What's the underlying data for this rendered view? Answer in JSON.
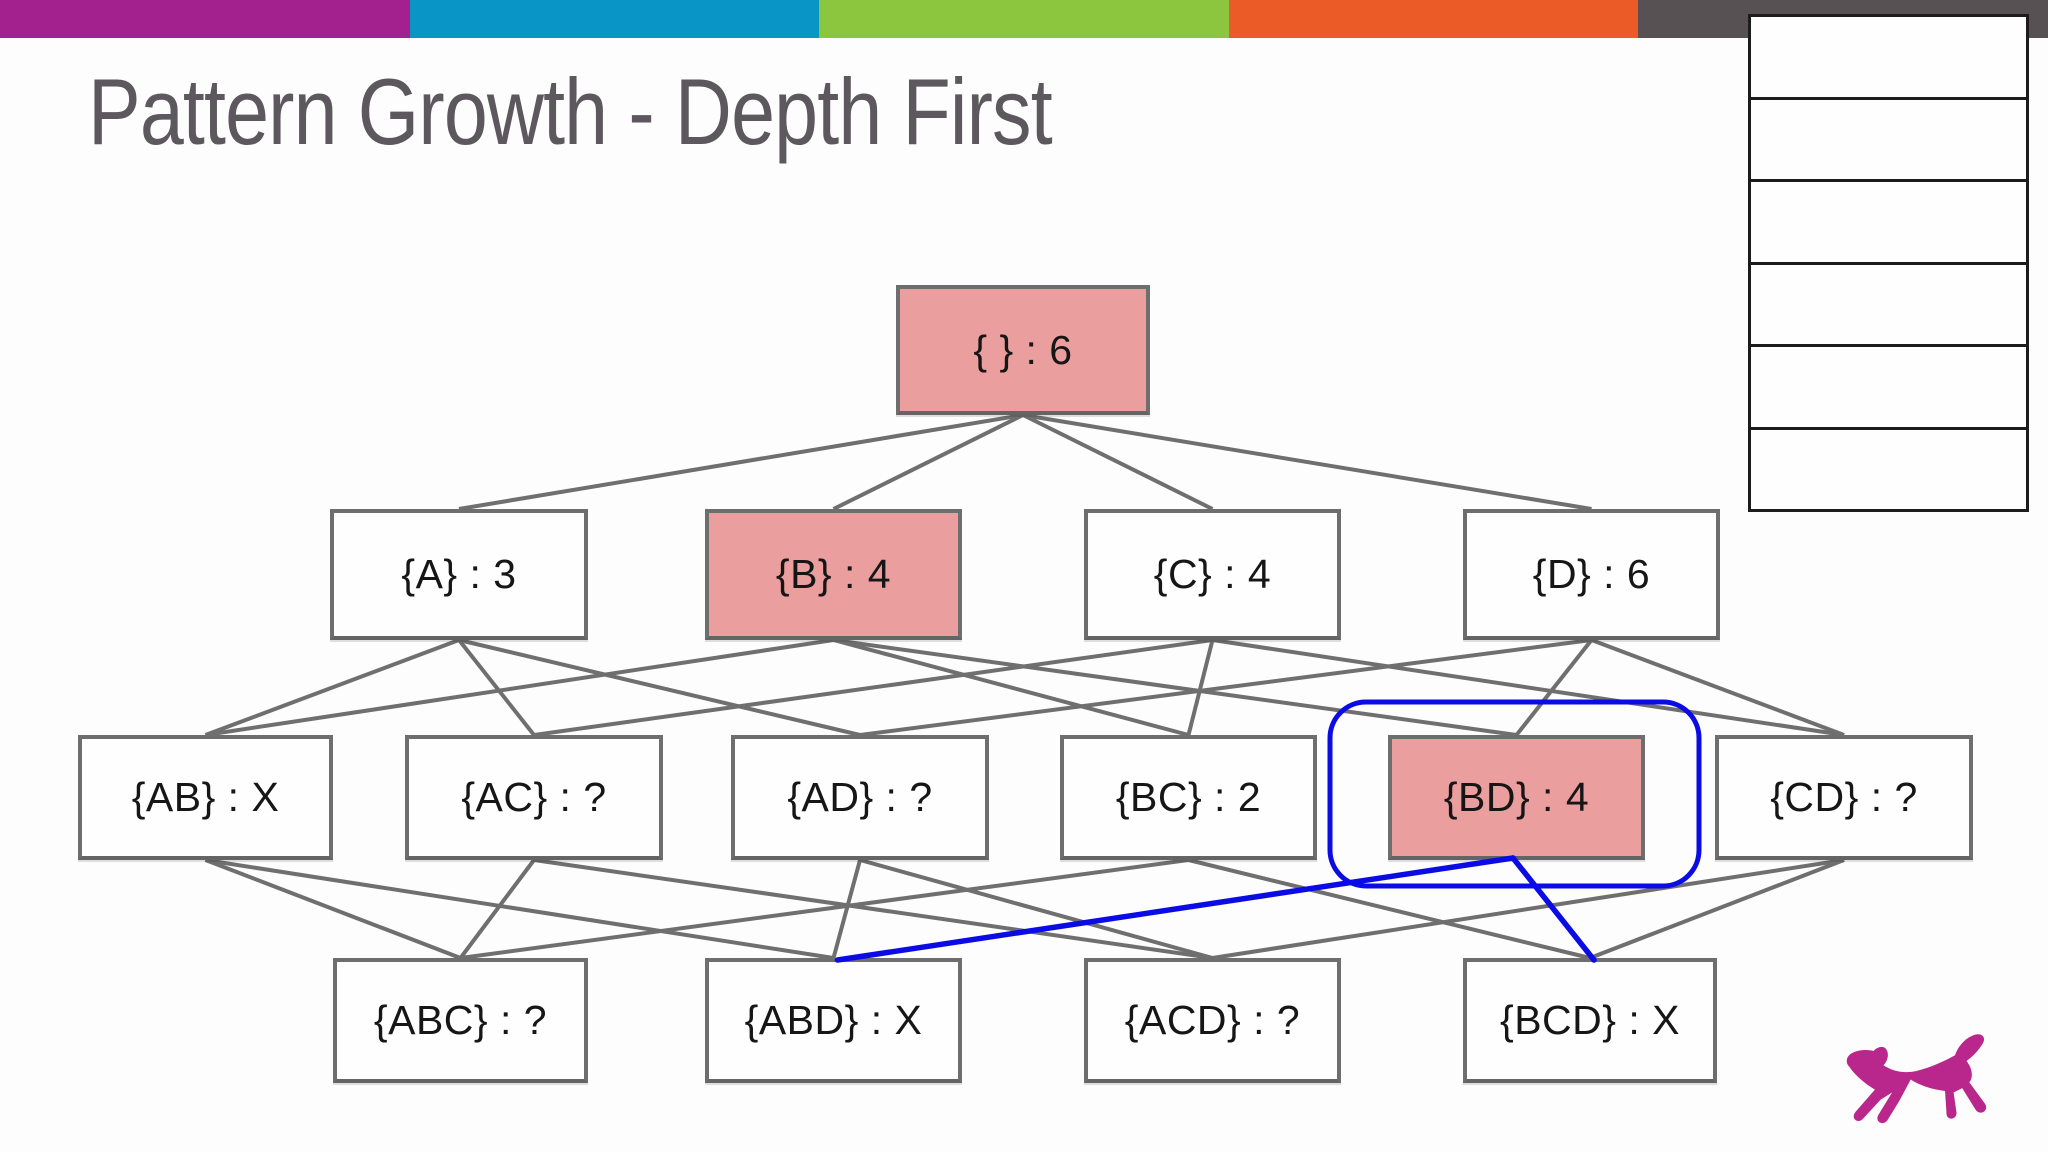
{
  "slide": {
    "title": "Pattern Growth - Depth First"
  },
  "top_bar": {
    "colors": [
      "#a2218e",
      "#0996c7",
      "#8cc63e",
      "#ea5b27",
      "#575153"
    ]
  },
  "side_table": {
    "rows": 6
  },
  "theme": {
    "background": "#fdfdfd",
    "title_color": "#5d585e",
    "node_border": "#6e6e6e",
    "node_fill": "#fefefe",
    "node_fill_highlight": "#eb9e9e",
    "edge_color": "#6f6f6f",
    "accent_blue": "#0b0be6",
    "logo_color": "#b9278d"
  },
  "logo": {
    "name": "magenta-dog"
  },
  "graph": {
    "nodes": [
      {
        "id": "root",
        "label": "{ } : 6",
        "highlighted": true
      },
      {
        "id": "A",
        "label": "{A} : 3",
        "highlighted": false
      },
      {
        "id": "B",
        "label": "{B} : 4",
        "highlighted": true
      },
      {
        "id": "C",
        "label": "{C} : 4",
        "highlighted": false
      },
      {
        "id": "D",
        "label": "{D} : 6",
        "highlighted": false
      },
      {
        "id": "AB",
        "label": "{AB} : X",
        "highlighted": false
      },
      {
        "id": "AC",
        "label": "{AC} : ?",
        "highlighted": false
      },
      {
        "id": "AD",
        "label": "{AD} : ?",
        "highlighted": false
      },
      {
        "id": "BC",
        "label": "{BC} : 2",
        "highlighted": false
      },
      {
        "id": "BD",
        "label": "{BD} : 4",
        "highlighted": true
      },
      {
        "id": "CD",
        "label": "{CD} : ?",
        "highlighted": false
      },
      {
        "id": "ABC",
        "label": "{ABC} : ?",
        "highlighted": false
      },
      {
        "id": "ABD",
        "label": "{ABD} : X",
        "highlighted": false
      },
      {
        "id": "ACD",
        "label": "{ACD} : ?",
        "highlighted": false
      },
      {
        "id": "BCD",
        "label": "{BCD} : X",
        "highlighted": false
      }
    ],
    "edges": [
      [
        "root",
        "A"
      ],
      [
        "root",
        "B"
      ],
      [
        "root",
        "C"
      ],
      [
        "root",
        "D"
      ],
      [
        "A",
        "AB"
      ],
      [
        "A",
        "AC"
      ],
      [
        "A",
        "AD"
      ],
      [
        "B",
        "AB"
      ],
      [
        "B",
        "BC"
      ],
      [
        "B",
        "BD"
      ],
      [
        "C",
        "AC"
      ],
      [
        "C",
        "BC"
      ],
      [
        "C",
        "CD"
      ],
      [
        "D",
        "AD"
      ],
      [
        "D",
        "BD"
      ],
      [
        "D",
        "CD"
      ],
      [
        "AB",
        "ABC"
      ],
      [
        "AB",
        "ABD"
      ],
      [
        "AC",
        "ABC"
      ],
      [
        "AC",
        "ACD"
      ],
      [
        "AD",
        "ABD"
      ],
      [
        "AD",
        "ACD"
      ],
      [
        "BC",
        "ABC"
      ],
      [
        "BC",
        "BCD"
      ],
      [
        "CD",
        "ACD"
      ],
      [
        "CD",
        "BCD"
      ]
    ],
    "blue_edges": [
      [
        "BD",
        "ABD"
      ],
      [
        "BD",
        "BCD"
      ]
    ],
    "highlight_box_node": "BD"
  }
}
